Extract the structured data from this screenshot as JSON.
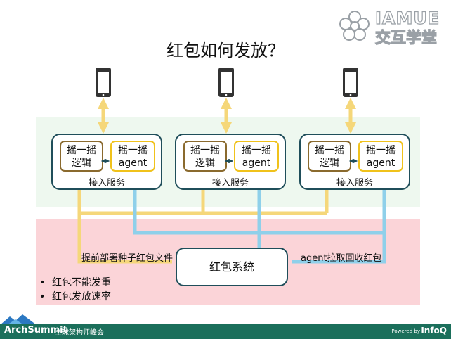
{
  "title": "红包如何发放？",
  "brand": {
    "line1": "IAMUE",
    "line2": "交互学堂"
  },
  "services": [
    {
      "logic_line1": "摇一摇",
      "logic_line2": "逻辑",
      "agent_line1": "摇一摇",
      "agent_line2": "agent",
      "label": "接入服务"
    },
    {
      "logic_line1": "摇一摇",
      "logic_line2": "逻辑",
      "agent_line1": "摇一摇",
      "agent_line2": "agent",
      "label": "接入服务"
    },
    {
      "logic_line1": "摇一摇",
      "logic_line2": "逻辑",
      "agent_line1": "摇一摇",
      "agent_line2": "agent",
      "label": "接入服务"
    }
  ],
  "red_packet_system": "红包系统",
  "flows": {
    "left": "提前部署种子红包文件",
    "right": "agent拉取回收红包"
  },
  "bullets": [
    "红包不能发重",
    "红包发放速率"
  ],
  "footer": {
    "arch": "ArchSummit",
    "conference": "全球架构师峰会",
    "powered": "Powered by",
    "infoq": "InfoQ"
  },
  "colors": {
    "yellow_link": "#f5d77a",
    "blue_link": "#8fd0ea",
    "box_border": "#1f4e5a",
    "footer_bg": "#1b6f5b"
  }
}
